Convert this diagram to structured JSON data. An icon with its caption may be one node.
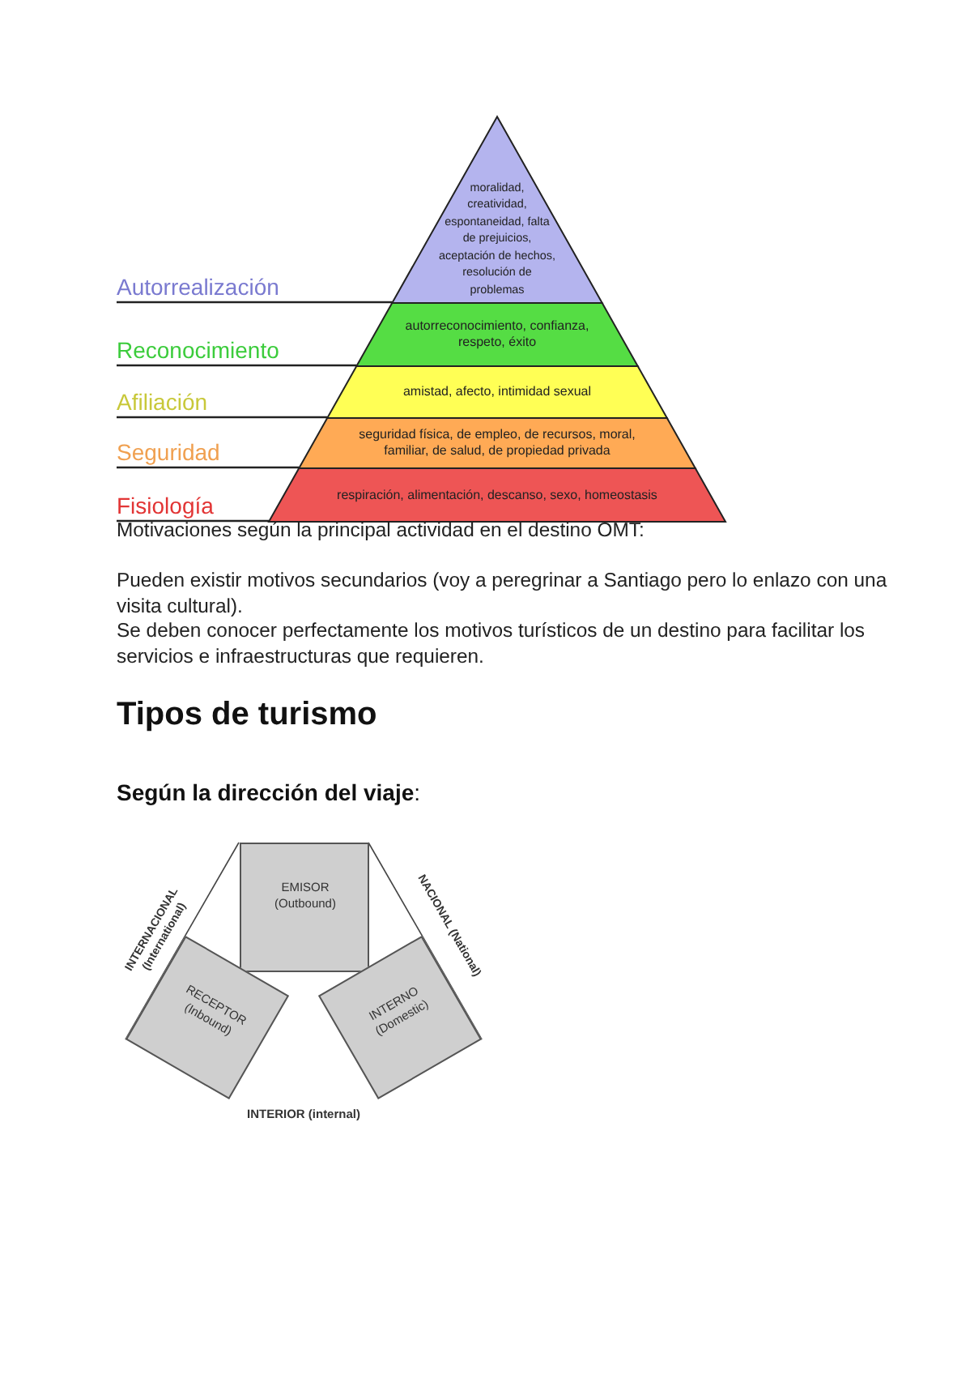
{
  "diagram": {
    "nodes": [
      {
        "text": [
          "Autorrealización",
          "moralidad, creatividad, espontaneidad, falta de prejuicios, aceptación de hechos, resolución de problemas"
        ]
      },
      {
        "text": [
          "Reconocimiento",
          "autorreconocimiento, confianza, respeto, éxito"
        ]
      },
      {
        "text": [
          "Afiliación",
          "amistad, afecto, intimidad sexual"
        ]
      },
      {
        "text": [
          "Seguridad",
          "seguridad física, de empleo, de recursos, moral, familiar, de salud, de propiedad privada"
        ]
      },
      {
        "text": [
          "Fisiología",
          "respiración, alimentación, descanso, sexo, homeostasis"
        ]
      },
      {
        "text": [
          "EMISOR (Outbound)"
        ]
      },
      {
        "text": [
          "RECEPTOR (Inbound)"
        ]
      },
      {
        "text": [
          "INTERNO (Domestic)"
        ]
      }
    ],
    "edges": [
      {
        "from": 5,
        "to": 6,
        "arrow": "none",
        "label": "INTERNACIONAL (International)"
      },
      {
        "from": 5,
        "to": 7,
        "arrow": "none",
        "label": "NACIONAL (National)"
      }
    ],
    "labels": [
      "Motivaciones según la principal actividad en el destino OMT:",
      "Pueden existir motivos secundarios (voy a peregrinar a Santiago pero lo enlazo con una visita cultural).",
      "Se deben conocer perfectamente los motivos turísticos de un destino para facilitar los servicios e infraestructuras que requieren.",
      "Tipos de turismo",
      "**Según la dirección del viaje**:",
      "INTERIOR (internal)"
    ]
  }
}
